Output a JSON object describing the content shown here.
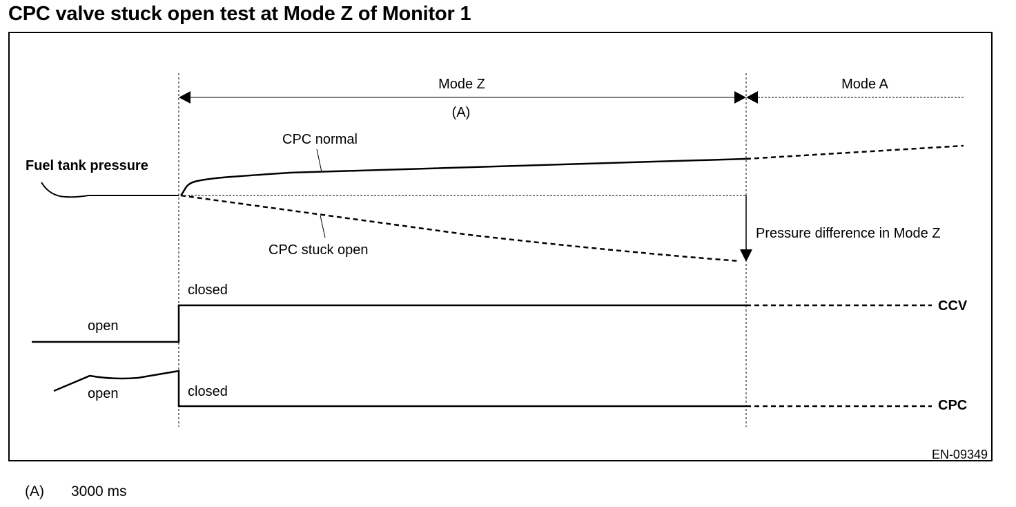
{
  "title": "CPC valve stuck open test at Mode Z of Monitor 1",
  "modes": {
    "mode_z": "Mode Z",
    "mode_a": "Mode A",
    "interval": "(A)"
  },
  "labels": {
    "fuel_tank_pressure": "Fuel tank pressure",
    "cpc_normal": "CPC normal",
    "cpc_stuck_open": "CPC stuck open",
    "pressure_difference": "Pressure difference in Mode Z",
    "ccv_closed": "closed",
    "ccv_open": "open",
    "cpc_closed": "closed",
    "cpc_open": "open"
  },
  "signals": {
    "ccv": "CCV",
    "cpc": "CPC"
  },
  "figure_code": "EN-09349",
  "legend": {
    "key": "(A)",
    "value": "3000 ms"
  }
}
